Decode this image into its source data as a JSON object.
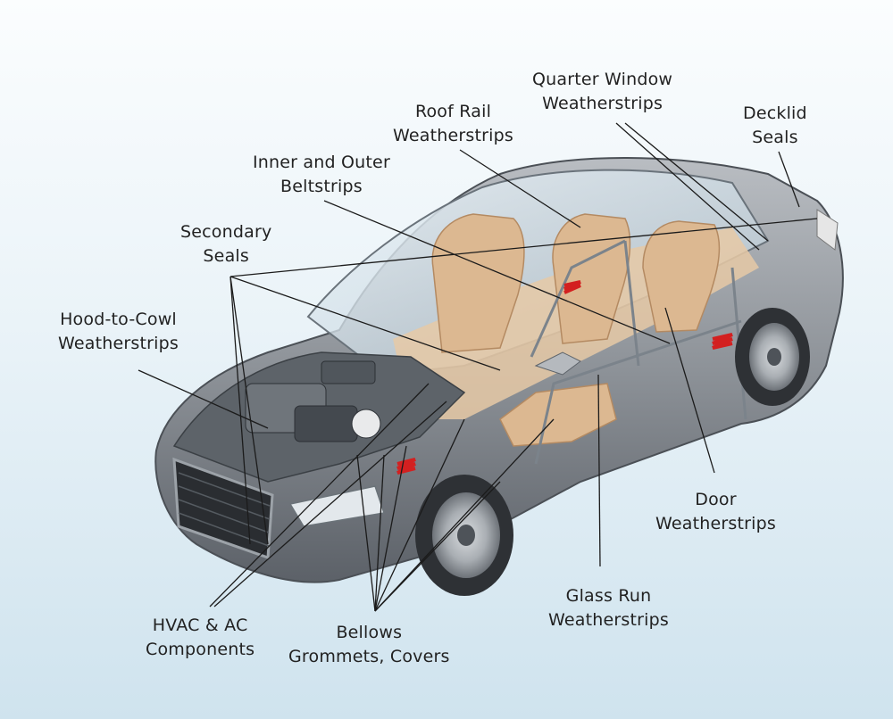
{
  "colors": {
    "leader": "#1b1b1b",
    "body": "#8d9298",
    "body_dark": "#5c6168",
    "glass": "#cfe0ea",
    "interior": "#e6c9a6",
    "seat": "#dcb891",
    "spring": "#d32020",
    "tire": "#2e3135",
    "rim": "#b8bcc1"
  },
  "labels": {
    "quarter_window": {
      "line1": "Quarter Window",
      "line2": "Weatherstrips"
    },
    "decklid": {
      "line1": "Decklid",
      "line2": "Seals"
    },
    "roof_rail": {
      "line1": "Roof Rail",
      "line2": "Weatherstrips"
    },
    "beltstrips": {
      "line1": "Inner and Outer",
      "line2": "Beltstrips"
    },
    "secondary": {
      "line1": "Secondary",
      "line2": "Seals"
    },
    "hood_cowl": {
      "line1": "Hood-to-Cowl",
      "line2": "Weatherstrips"
    },
    "door": {
      "line1": "Door",
      "line2": "Weatherstrips"
    },
    "glass_run": {
      "line1": "Glass Run",
      "line2": "Weatherstrips"
    },
    "hvac": {
      "line1": "HVAC & AC",
      "line2": "Components"
    },
    "bellows": {
      "line1": "Bellows",
      "line2": "Grommets, Covers"
    }
  }
}
